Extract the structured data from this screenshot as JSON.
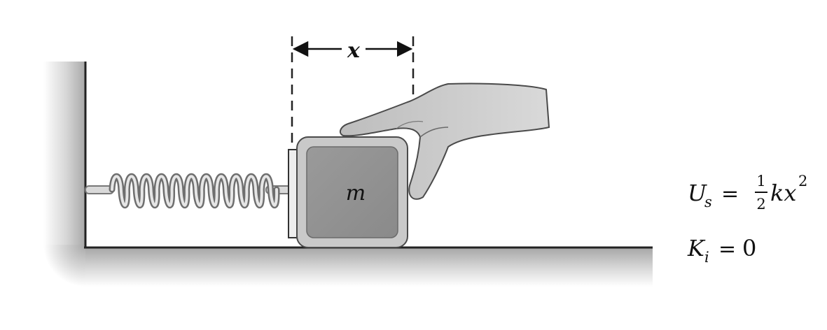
{
  "diagram": {
    "displacement_label": "x",
    "mass_label": "m",
    "equations": {
      "potential": {
        "symbol": "U",
        "subscript": "s",
        "equals": "=",
        "frac_numerator": "1",
        "frac_denominator": "2",
        "rest": "kx",
        "exponent": "2"
      },
      "kinetic": {
        "symbol": "K",
        "subscript": "i",
        "equals": "=",
        "value": "0"
      }
    }
  }
}
